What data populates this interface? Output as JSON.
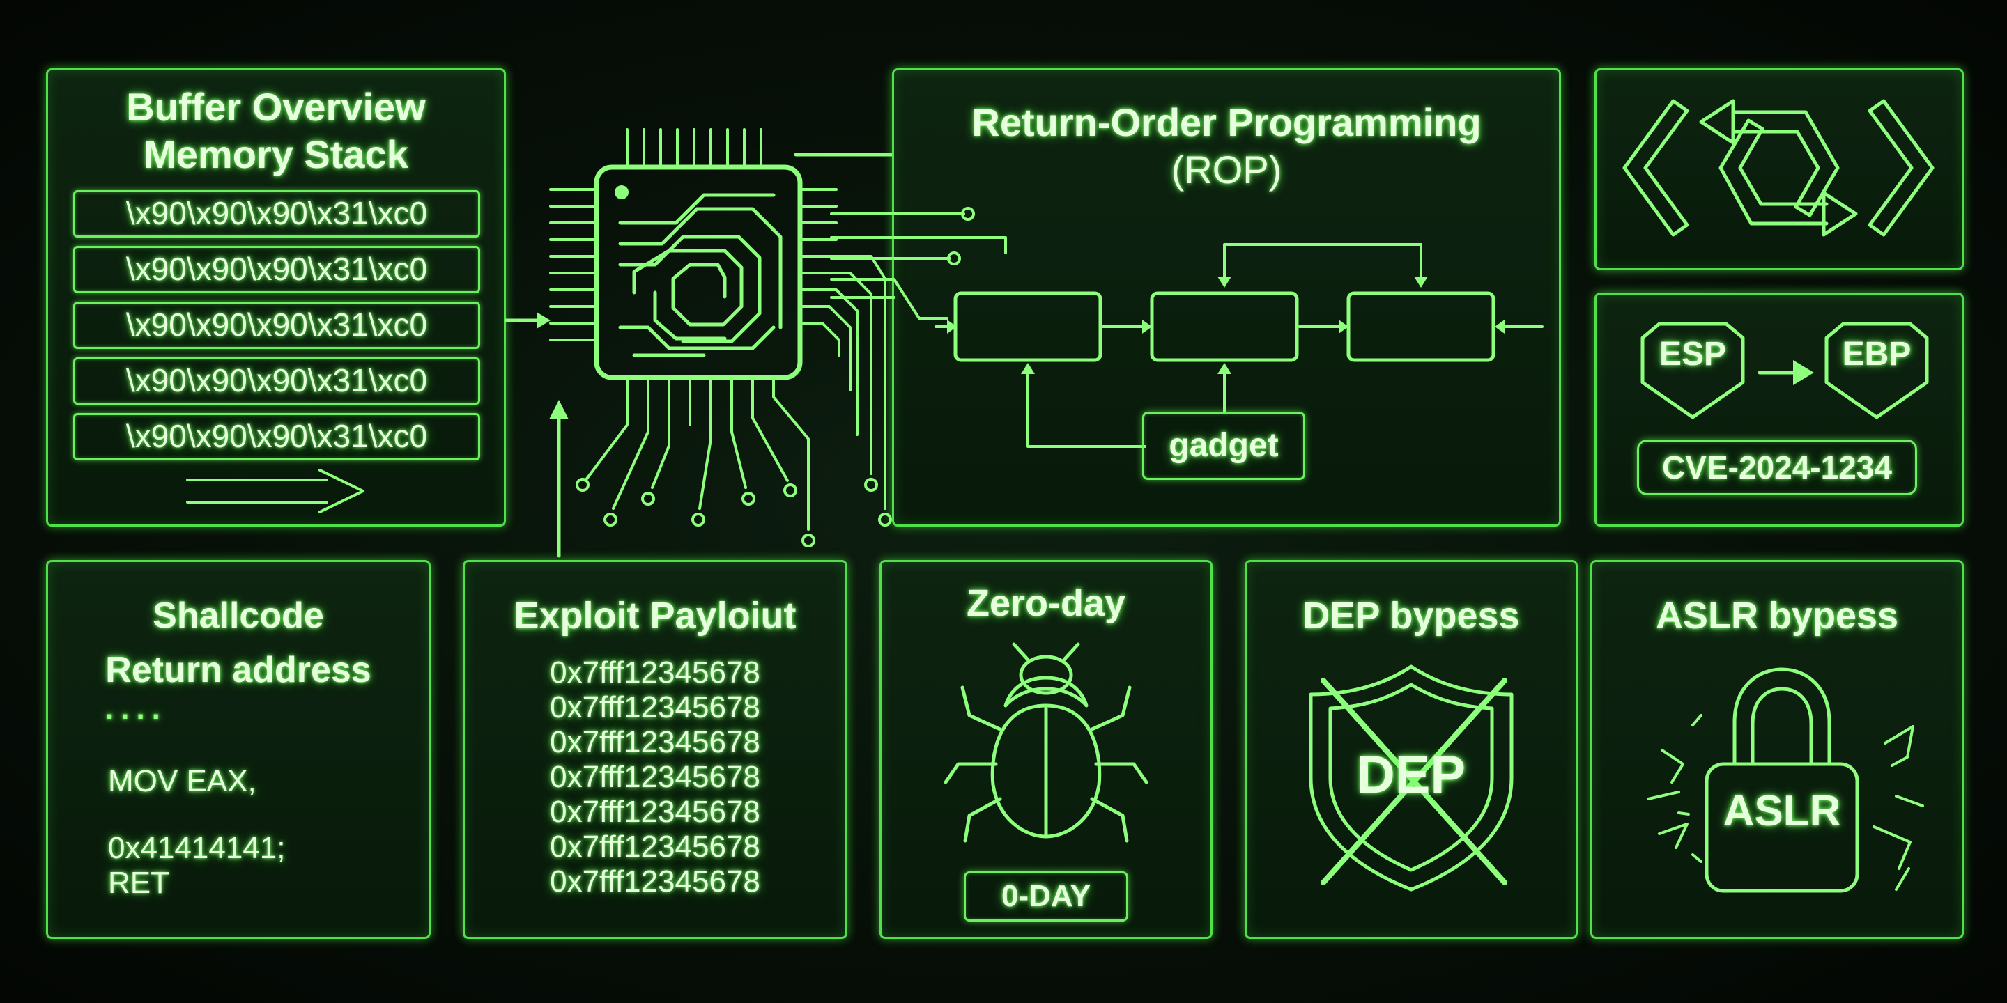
{
  "buffer": {
    "title_line1": "Buffer Overview",
    "title_line2": "Memory Stack",
    "rows": [
      "\\x90\\x90\\x90\\x31\\xc0",
      "\\x90\\x90\\x90\\x31\\xc0",
      "\\x90\\x90\\x90\\x31\\xc0",
      "\\x90\\x90\\x90\\x31\\xc0",
      "\\x90\\x90\\x90\\x31\\xc0"
    ]
  },
  "rop": {
    "title_line1": "Return-Order Programming",
    "title_line2": "(ROP)",
    "gadget_label": "gadget"
  },
  "registers": {
    "left": "ESP",
    "right": "EBP",
    "cve": "CVE-2024-1234"
  },
  "shellcode": {
    "title_line1": "Shallcode",
    "title_line2": "Return address",
    "dots": "....",
    "line1": "MOV EAX,",
    "line2": "0x41414141;",
    "line3": "RET"
  },
  "payload": {
    "title": "Exploit Payloiut",
    "addresses": [
      "0x7fff12345678",
      "0x7fff12345678",
      "0x7fff12345678",
      "0x7fff12345678",
      "0x7fff12345678",
      "0x7fff12345678",
      "0x7fff12345678"
    ]
  },
  "zeroday": {
    "title": "Zero-day",
    "badge": "0-DAY"
  },
  "dep": {
    "title": "DEP bypess",
    "shield_text": "DEP"
  },
  "aslr": {
    "title": "ASLR bypess",
    "lock_text": "ASLR"
  },
  "colors": {
    "accent": "#4fe04a",
    "glow": "#8dff7c",
    "background": "#050a06"
  }
}
